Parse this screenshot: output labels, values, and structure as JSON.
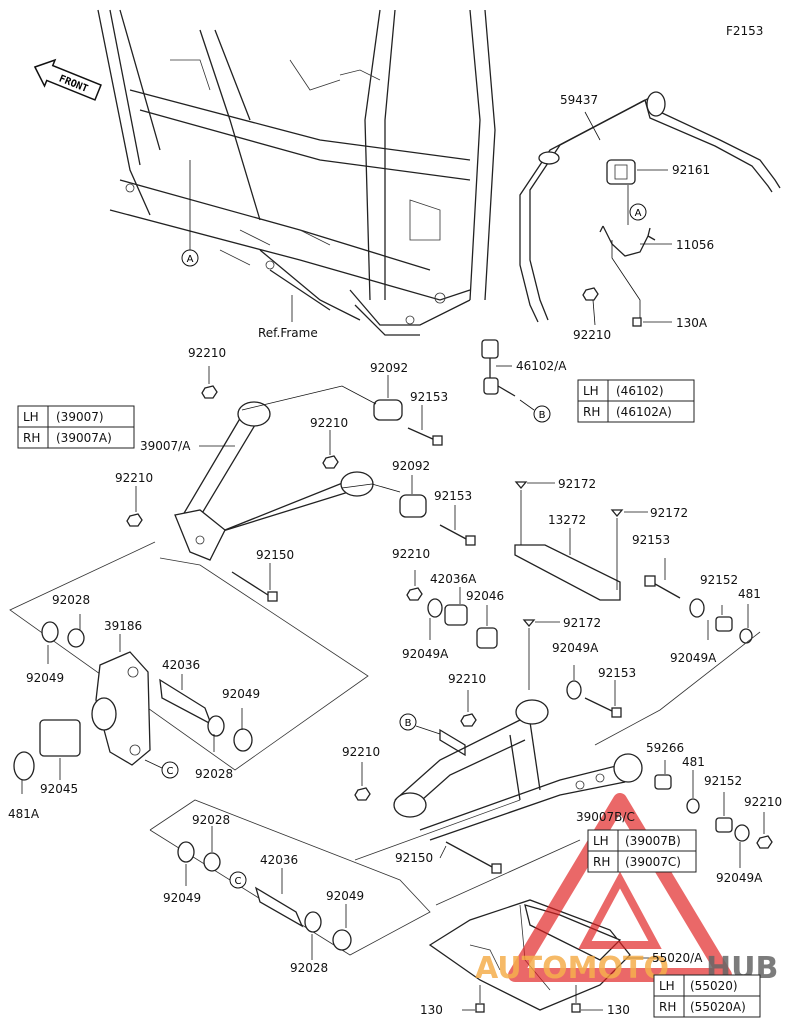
{
  "figure_code": "F2153",
  "front_label": "FRONT",
  "ref_frame": "Ref.Frame",
  "callouts": {
    "A": "A",
    "B": "B",
    "C": "C"
  },
  "parts": {
    "p59437": "59437",
    "p92161": "92161",
    "p11056": "11056",
    "p130A": "130A",
    "p92210_top": "92210",
    "p46102A": "46102/A",
    "p92210_a": "92210",
    "p92092_a": "92092",
    "p92153_a": "92153",
    "p39007A": "39007/A",
    "p92210_b": "92210",
    "p92092_b": "92092",
    "p92210_c": "92210",
    "p92153_b": "92153",
    "p92150_a": "92150",
    "p92172_a": "92172",
    "p13272": "13272",
    "p92172_b": "92172",
    "p92153_c": "92153",
    "p92210_d": "92210",
    "p42036A": "42036A",
    "p92046": "92046",
    "p92152_a": "92152",
    "p481_a": "481",
    "p92049A_a": "92049A",
    "p92049A_b": "92049A",
    "p92172_c": "92172",
    "p92049A_c": "92049A",
    "p92153_d": "92153",
    "p92028_a": "92028",
    "p39186": "39186",
    "p92049_a": "92049",
    "p42036_a": "42036",
    "p92049_b": "92049",
    "p92045": "92045",
    "p92028_b": "92028",
    "p481A": "481A",
    "p92210_e": "92210",
    "p92210_f": "92210",
    "p59266": "59266",
    "p481_b": "481",
    "p92152_b": "92152",
    "p92210_g": "92210",
    "p39007BC": "39007B/C",
    "p92049A_d": "92049A",
    "p92150_b": "92150",
    "p92028_c": "92028",
    "p42036_b": "42036",
    "p92049_c": "92049",
    "p92049_d": "92049",
    "p92028_d": "92028",
    "p55020A": "55020/A",
    "p130_a": "130",
    "p130_b": "130"
  },
  "tables": {
    "stabilizer_link": {
      "rows": [
        {
          "side": "LH",
          "part": "(46102)"
        },
        {
          "side": "RH",
          "part": "(46102A)"
        }
      ]
    },
    "upper_arm": {
      "rows": [
        {
          "side": "LH",
          "part": "(39007)"
        },
        {
          "side": "RH",
          "part": "(39007A)"
        }
      ]
    },
    "lower_arm": {
      "rows": [
        {
          "side": "LH",
          "part": "(39007B)"
        },
        {
          "side": "RH",
          "part": "(39007C)"
        }
      ]
    },
    "guard": {
      "rows": [
        {
          "side": "LH",
          "part": "(55020)"
        },
        {
          "side": "RH",
          "part": "(55020A)"
        }
      ]
    }
  },
  "watermark": {
    "text_a": "AUTOMOTO",
    "text_b": "HUB",
    "color_a": "#f4a63a",
    "color_b": "#555555",
    "triangle_color": "#e02020"
  }
}
